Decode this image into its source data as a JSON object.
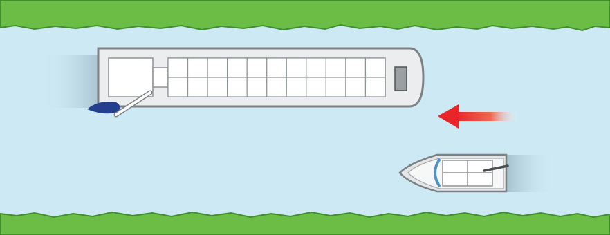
{
  "colors": {
    "grass": "#6cbd45",
    "grass_edge": "#3f8f2e",
    "water": "#cde9f3",
    "water_light": "#e6f4fa",
    "hull_fill": "#ecedee",
    "hull_stroke": "#7c8184",
    "cargo_stroke": "#8e9396",
    "wake": "#a9c6d2",
    "rudder": "#233f8e",
    "arrow": "#e8262a",
    "windscreen": "#4f93c4"
  },
  "barge": {
    "cargo_cells": [
      11,
      2
    ],
    "heading": "right"
  },
  "motorboat": {
    "heading": "left"
  },
  "current_arrow": {
    "direction": "left"
  }
}
